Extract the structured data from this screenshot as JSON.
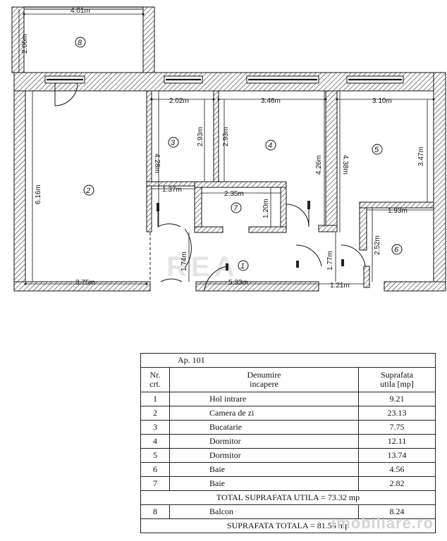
{
  "rooms": [
    {
      "nr": "1",
      "name": "Hol intrare",
      "area": "9.21"
    },
    {
      "nr": "2",
      "name": "Camera de zi",
      "area": "23.13"
    },
    {
      "nr": "3",
      "name": "Bucatarie",
      "area": "7.75"
    },
    {
      "nr": "4",
      "name": "Dormitor",
      "area": "12.11"
    },
    {
      "nr": "5",
      "name": "Dormitor",
      "area": "13.74"
    },
    {
      "nr": "6",
      "name": "Baie",
      "area": "4.56"
    },
    {
      "nr": "7",
      "name": "Baie",
      "area": "2.82"
    }
  ],
  "table": {
    "title": "Ap. 101",
    "col_nr": "Nr.\ncrt.",
    "col_name": "Denumire\nincapere",
    "col_area": "Suprafata\nutila [mp]",
    "total_utila": "TOTAL SUPRAFATA UTILA = 73.32 mp",
    "balcon_nr": "8",
    "balcon_name": "Balcon",
    "balcon_area": "8.24",
    "total": "SUPRAFATA TOTALA = 81.56 mp"
  },
  "dimensions": {
    "balcon_w": "4.01m",
    "balcon_h": "2.06m",
    "kitchen_w": "2.02m",
    "bed4_w": "3.46m",
    "bed5_w": "3.10m",
    "living_h": "6.16m",
    "living_w": "3.75m",
    "kitchen_h": "4.28m",
    "kitchen_d": "2.93m",
    "bed4_d": "2.93m",
    "bed4_h": "4.26m",
    "bed5_h": "4.38m",
    "bed5_d": "3.47m",
    "kitchen_low": "1.37m",
    "bath7_w": "2.35m",
    "bath7_h": "1.20m",
    "bath6_w": "1.93m",
    "bath6_h": "2.52m",
    "hall_v": "1.74m",
    "hall_w": "5.33m",
    "corr_v": "1.77m",
    "corr_w": "1.21m"
  },
  "watermark": {
    "brand": "REA",
    "site": "imobiliare.ro"
  }
}
